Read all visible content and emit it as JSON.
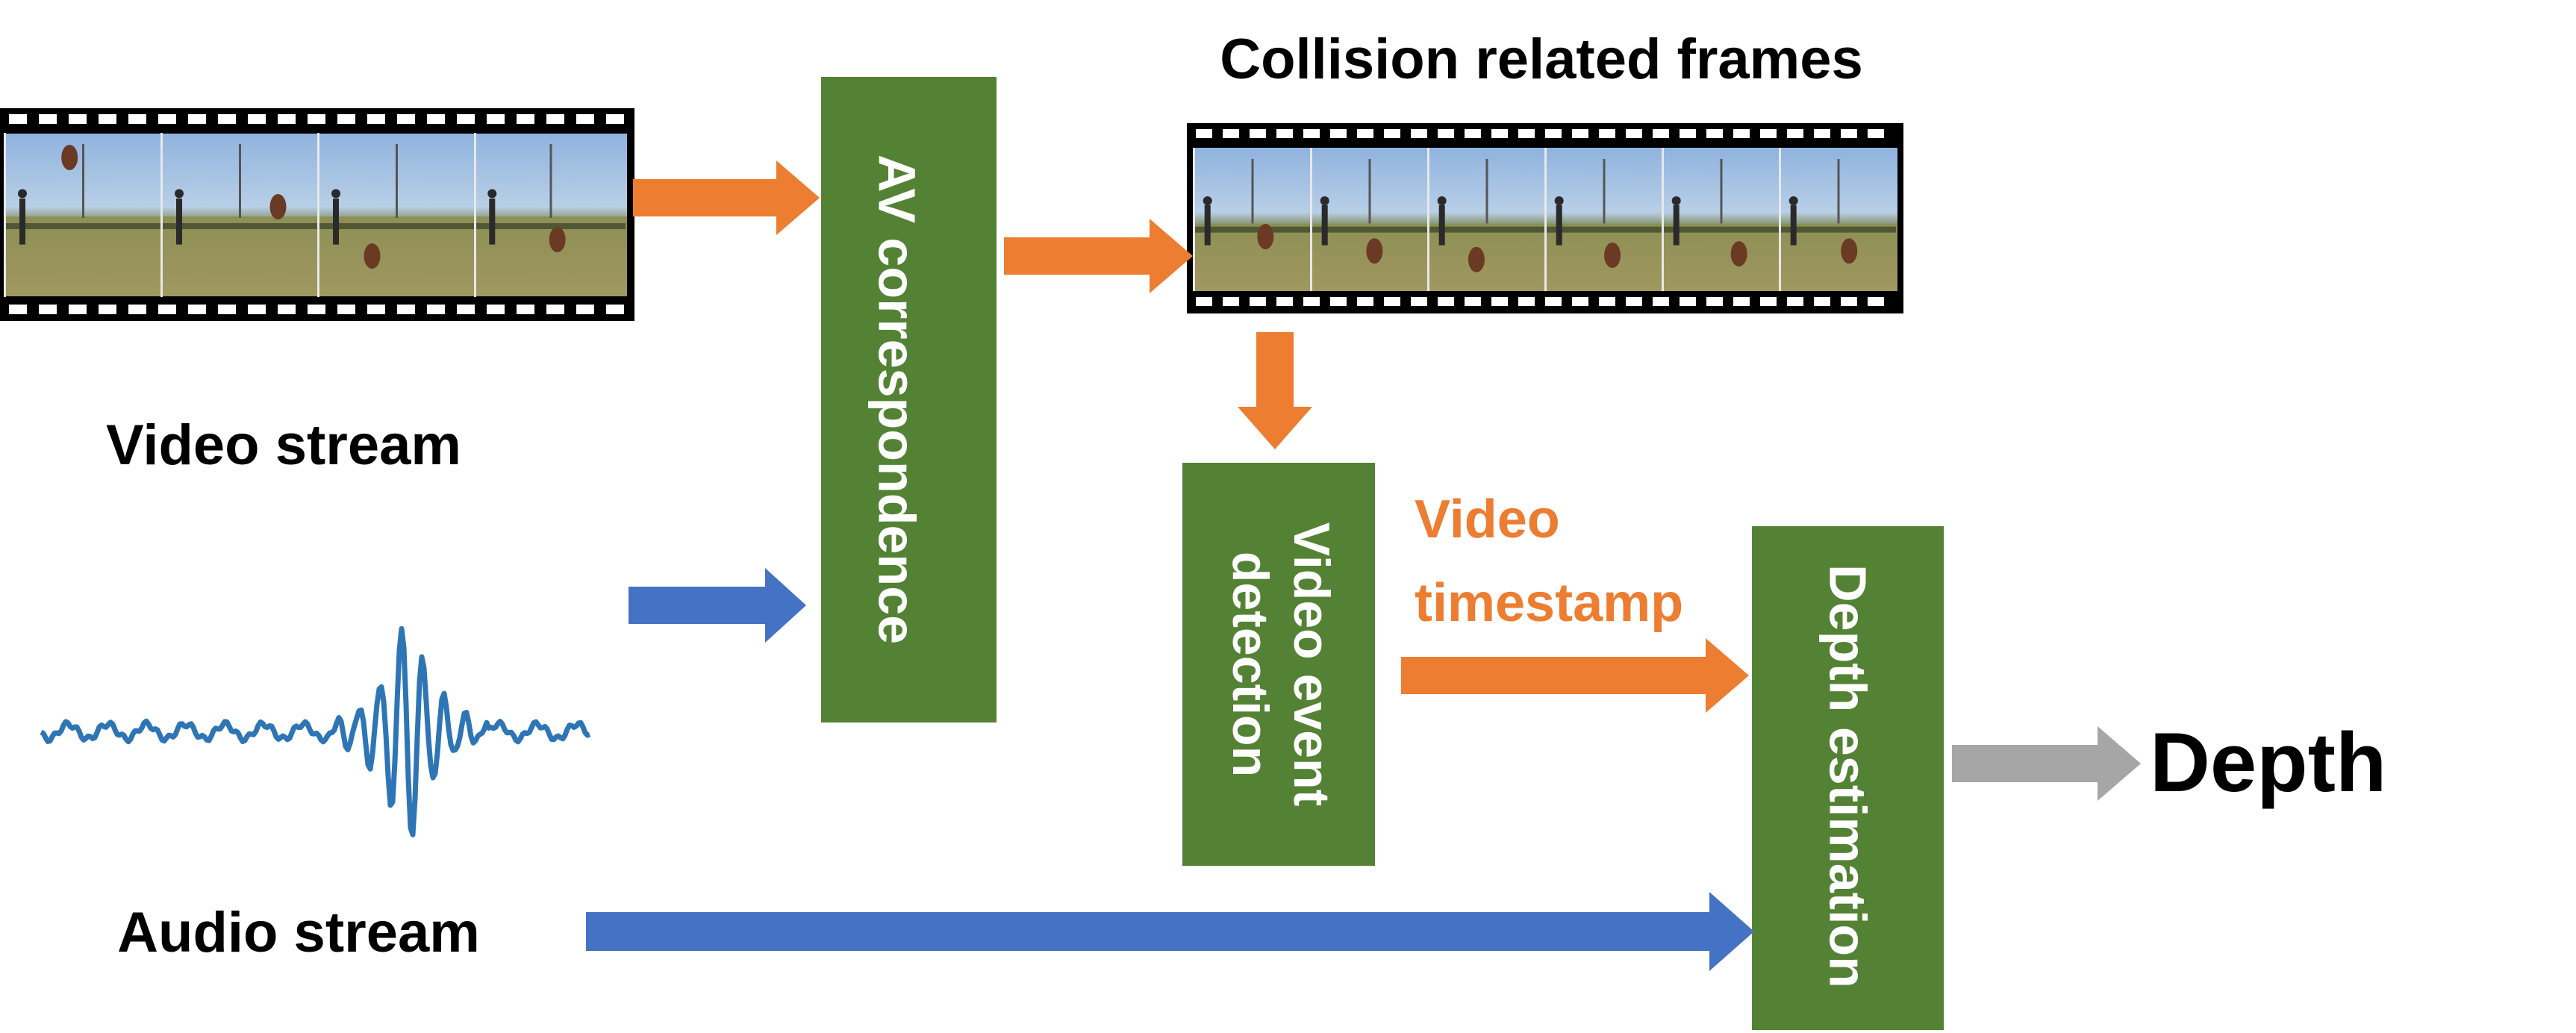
{
  "labels": {
    "collision_frames": "Collision related frames",
    "video_stream": "Video stream",
    "audio_stream": "Audio stream",
    "video_timestamp_line1": "Video",
    "video_timestamp_line2": "timestamp",
    "depth_output": "Depth"
  },
  "blocks": {
    "av_correspondence": "AV correspondence",
    "video_event_line1": "Video event",
    "video_event_line2": "detection",
    "depth_estimation": "Depth estimation"
  },
  "colors": {
    "block_green": "#548235",
    "orange_arrow": "#ED7D31",
    "blue_arrow": "#4472C4",
    "gray_arrow": "#A6A6A6",
    "orange_text": "#ED7D31",
    "waveform": "#2E75B6"
  },
  "icons": {
    "video_filmstrip": "video-filmstrip-icon",
    "collision_filmstrip": "collision-filmstrip-icon",
    "audio_waveform": "audio-waveform-icon"
  }
}
